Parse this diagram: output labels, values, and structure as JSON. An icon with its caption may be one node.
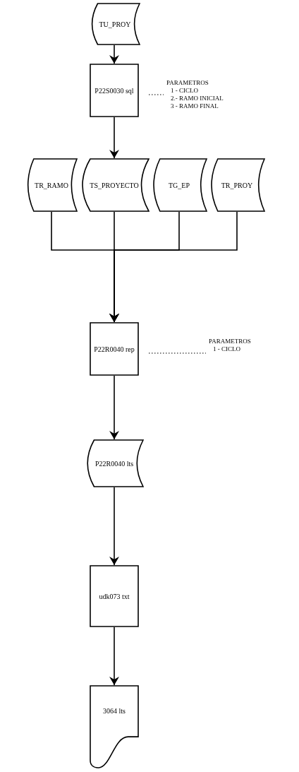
{
  "diagram": {
    "nodes": [
      {
        "text": [
          "TU_PROY"
        ]
      },
      {
        "text": [
          "P22S0030 sql"
        ]
      },
      {
        "text": [
          "PARAMETROS",
          "1 - CICLO",
          "2.- RAMO INICIAL",
          "3 - RAMO FINAL"
        ]
      },
      {
        "text": [
          "TR_RAMO"
        ]
      },
      {
        "text": [
          "TS_PROYECTO"
        ]
      },
      {
        "text": [
          "TG_EP"
        ]
      },
      {
        "text": [
          "TR_PROY"
        ]
      },
      {
        "text": [
          "P22R0040 rep"
        ]
      },
      {
        "text": [
          "PARAMETROS",
          "1 - CICLO"
        ]
      },
      {
        "text": [
          "P22R0040 lts"
        ]
      },
      {
        "text": [
          "udk073 txt"
        ]
      },
      {
        "text": [
          "3064 lts"
        ]
      }
    ],
    "edges": [
      {
        "from": 0,
        "to": 1,
        "arrow": "to"
      },
      {
        "from": 1,
        "to": 2,
        "arrow": "none",
        "style": "dashed"
      },
      {
        "from": 1,
        "to": 4,
        "arrow": "to"
      },
      {
        "from": 3,
        "to": 7,
        "arrow": "to"
      },
      {
        "from": 4,
        "to": 7,
        "arrow": "to"
      },
      {
        "from": 5,
        "to": 7,
        "arrow": "to"
      },
      {
        "from": 6,
        "to": 7,
        "arrow": "to"
      },
      {
        "from": 7,
        "to": 8,
        "arrow": "none",
        "style": "dashed"
      },
      {
        "from": 7,
        "to": 9,
        "arrow": "to"
      },
      {
        "from": 9,
        "to": 10,
        "arrow": "to"
      },
      {
        "from": 10,
        "to": 11,
        "arrow": "to"
      }
    ]
  }
}
